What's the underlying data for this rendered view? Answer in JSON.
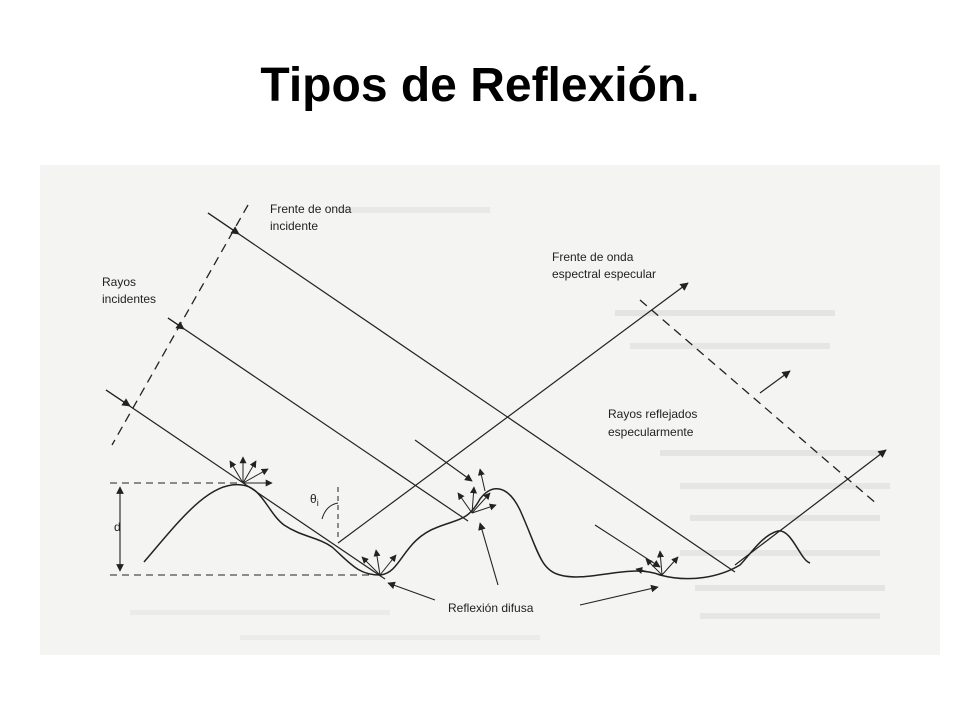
{
  "slide": {
    "title": "Tipos de Reflexión."
  },
  "diagram": {
    "labels": {
      "incident_wavefront_1": "Frente de onda",
      "incident_wavefront_2": "incidente",
      "incident_rays_1": "Rayos",
      "incident_rays_2": "incidentes",
      "specular_wavefront_1": "Frente de onda",
      "specular_wavefront_2": "espectral especular",
      "reflected_rays_1": "Rayos reflejados",
      "reflected_rays_2": "especularmente",
      "diffuse_reflection": "Reflexión difusa",
      "height": "d",
      "angle": "θ",
      "angle_sub": "i"
    }
  },
  "colors": {
    "ink": "#222222",
    "paper": "#f4f4f2",
    "title": "#000000"
  }
}
